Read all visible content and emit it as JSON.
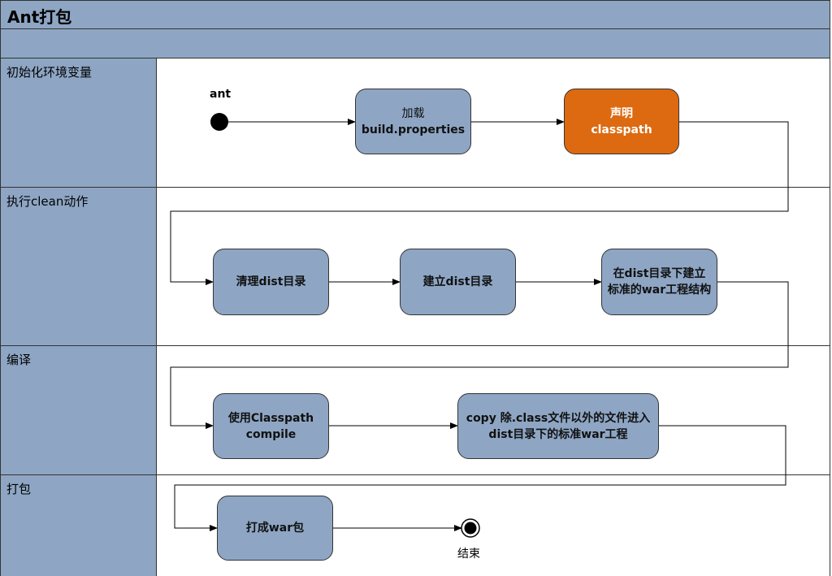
{
  "title": "Ant打包",
  "lanes": [
    {
      "label": "初始化环境变量"
    },
    {
      "label": "执行clean动作"
    },
    {
      "label": "编译"
    },
    {
      "label": "打包"
    }
  ],
  "start_label": "ant",
  "end_label": "结束",
  "nodes": {
    "load_properties": {
      "line1": "加载",
      "line2": "build.properties"
    },
    "declare_classpath": {
      "line1": "声明",
      "line2": "classpath"
    },
    "clean_dist": {
      "line1": "清理dist目录"
    },
    "create_dist": {
      "line1": "建立dist目录"
    },
    "war_structure": {
      "line1": "在dist目录下建立",
      "line2": "标准的war工程结构"
    },
    "compile": {
      "line1": "使用Classpath",
      "line2": "compile"
    },
    "copy_files": {
      "line1": "copy 除.class文件以外的文件进入",
      "line2": "dist目录下的标准war工程"
    },
    "package_war": {
      "line1": "打成war包"
    }
  },
  "colors": {
    "lane": "#8ea6c4",
    "node": "#8ea6c4",
    "highlight": "#dd6a10"
  }
}
